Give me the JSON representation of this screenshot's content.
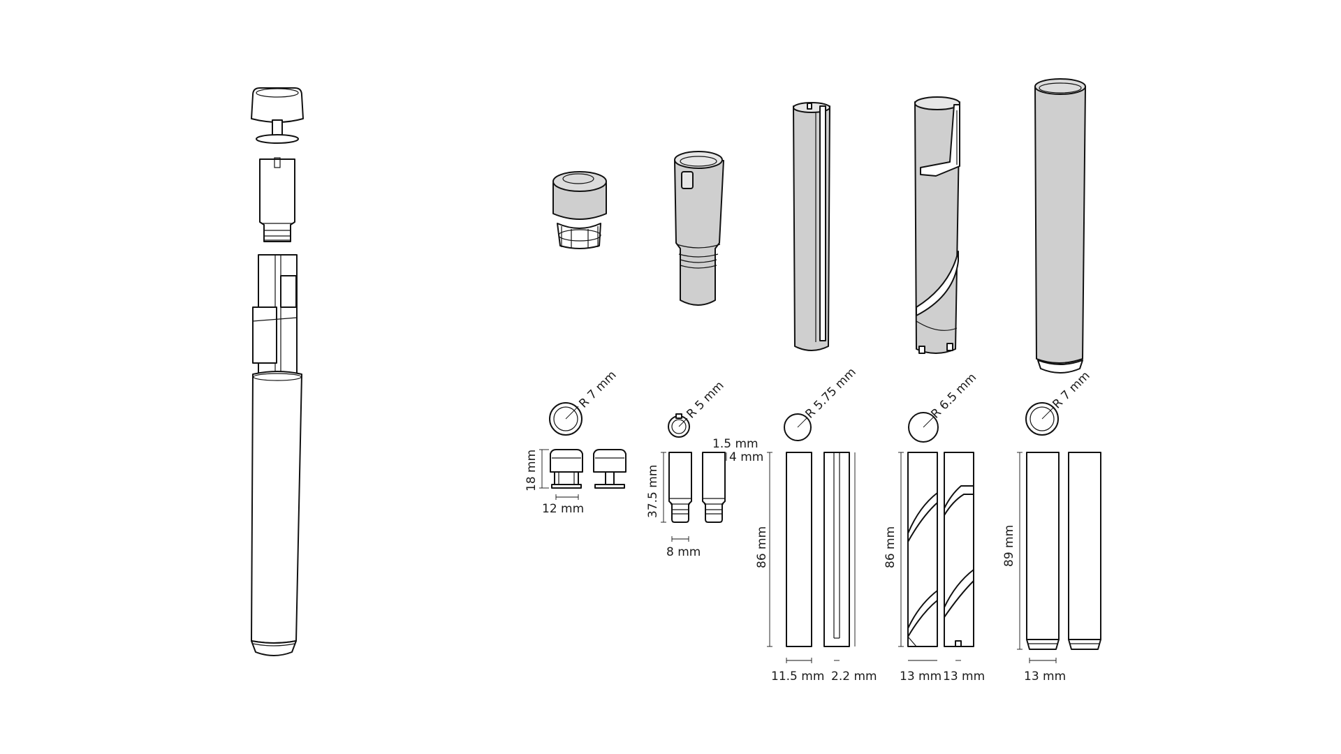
{
  "colors": {
    "outline": "#111111",
    "part_fill": "#cfcfcf",
    "background": "#ffffff"
  },
  "labels": {
    "cap_radius": "R 7 mm",
    "cap_height": "18 mm",
    "cap_width": "12 mm",
    "plunger_radius": "R 5 mm",
    "plunger_length": "37.5 mm",
    "plunger_width": "8 mm",
    "slot_width": "1.5 mm",
    "slot_depth": "4 mm",
    "inner_tube_radius": "R 5.75 mm",
    "inner_tube_length": "86 mm",
    "inner_tube_width": "11.5 mm",
    "inner_slot_width": "2.2 mm",
    "spiral_tube_radius": "R 6.5 mm",
    "spiral_tube_length": "86 mm",
    "spiral_tube_width": "13 mm",
    "spiral_tube_width_2": "13 mm",
    "outer_tube_radius": "R 7 mm",
    "outer_tube_length": "89 mm",
    "outer_tube_width": "13 mm"
  }
}
